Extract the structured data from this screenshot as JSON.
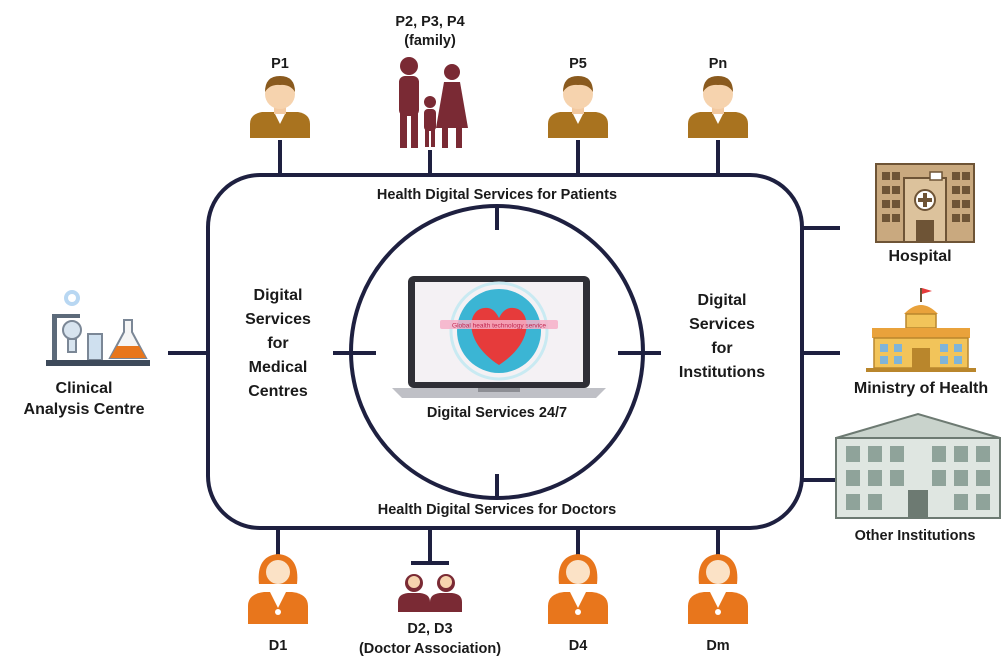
{
  "patients": {
    "p1": "P1",
    "family_line1": "P2, P3, P4",
    "family_line2": "(family)",
    "p5": "P5",
    "pn": "Pn"
  },
  "doctors": {
    "d1": "D1",
    "assoc_line1": "D2, D3",
    "assoc_line2": "(Doctor Association)",
    "d4": "D4",
    "dm": "Dm"
  },
  "frame": {
    "top_label": "Health Digital Services for Patients",
    "bottom_label": "Health Digital Services for Doctors",
    "left_label": [
      "Digital",
      "Services",
      "for",
      "Medical",
      "Centres"
    ],
    "right_label": [
      "Digital",
      "Services",
      "for",
      "Institutions"
    ],
    "center_label": "Digital Services 24/7",
    "screen_banner": "Global health technology service"
  },
  "left_entity": {
    "line1": "Clinical",
    "line2": "Analysis Centre"
  },
  "right_entities": {
    "hospital": "Hospital",
    "ministry": "Ministry of Health",
    "other": "Other Institutions"
  },
  "colors": {
    "frame_stroke": "#1e2040",
    "patient_suit": "#a9731f",
    "family_fill": "#7a2a34",
    "doctor_orange": "#e8761c",
    "hospital_brown": "#8b6d4a",
    "ministry_yellow": "#f2c45a",
    "heart_red": "#e63b3b",
    "heart_bg": "#3bb5d4"
  },
  "icons": {
    "patient": "man-avatar-icon",
    "family": "family-icon",
    "doctor": "female-doctor-icon",
    "association": "doctor-association-icon",
    "hospital": "hospital-building-icon",
    "ministry": "ministry-building-icon",
    "institutions": "institution-building-icon",
    "lab": "laboratory-icon",
    "laptop": "laptop-heart-icon"
  }
}
